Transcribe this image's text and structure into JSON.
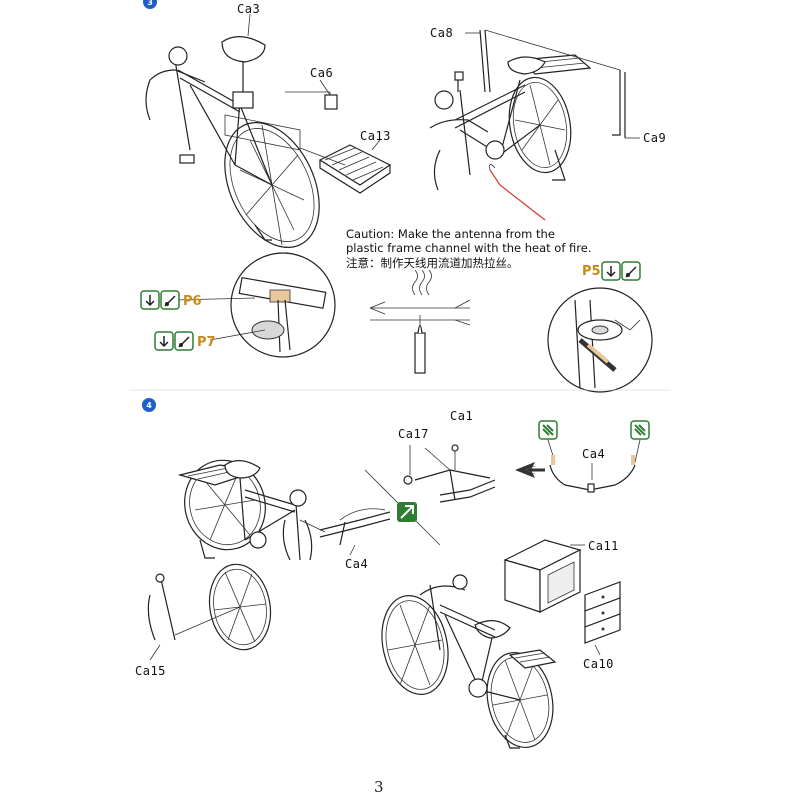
{
  "labels": {
    "ca3": "Ca3",
    "ca6": "Ca6",
    "ca13": "Ca13",
    "ca8": "Ca8",
    "ca9": "Ca9",
    "ca1": "Ca1",
    "ca17": "Ca17",
    "ca4_top": "Ca4",
    "ca4_mid": "Ca4",
    "ca11": "Ca11",
    "ca10": "Ca10",
    "ca15": "Ca15"
  },
  "caution": {
    "line1": "Caution: Make the antenna from the",
    "line2": "plastic frame channel with the heat of fire.",
    "line3": "注意：制作天线用流道加热拉丝。"
  },
  "paint_tags": {
    "p5": "P5",
    "p6": "P6",
    "p7": "P7"
  },
  "steps": {
    "step3": "3",
    "step4": "4"
  },
  "page_number": "3",
  "colors": {
    "step_badge": "#1e5fc8",
    "paint_tag": "#c98a1c",
    "icon_green": "#2e7d32",
    "antenna_red": "#d23a2a",
    "highlight_tan": "#e9c79b"
  }
}
